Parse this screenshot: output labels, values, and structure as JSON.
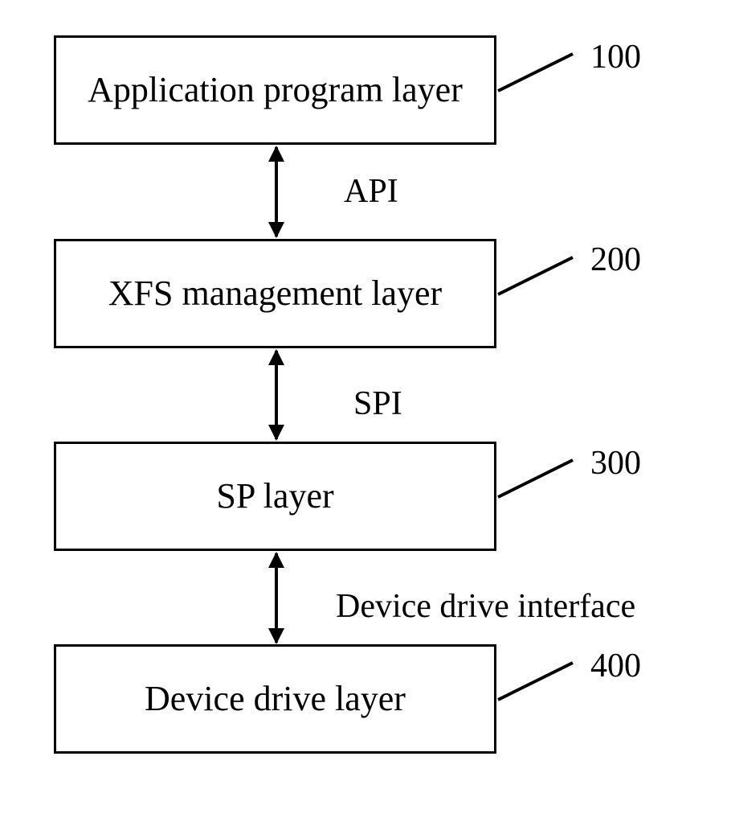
{
  "layers": [
    {
      "label": "Application program layer",
      "ref": "100"
    },
    {
      "label": "XFS management layer",
      "ref": "200"
    },
    {
      "label": "SP layer",
      "ref": "300"
    },
    {
      "label": "Device drive layer",
      "ref": "400"
    }
  ],
  "interfaces": [
    {
      "label": "API"
    },
    {
      "label": "SPI"
    },
    {
      "label": "Device drive interface"
    }
  ],
  "colors": {
    "stroke": "#000000",
    "background": "#ffffff"
  }
}
